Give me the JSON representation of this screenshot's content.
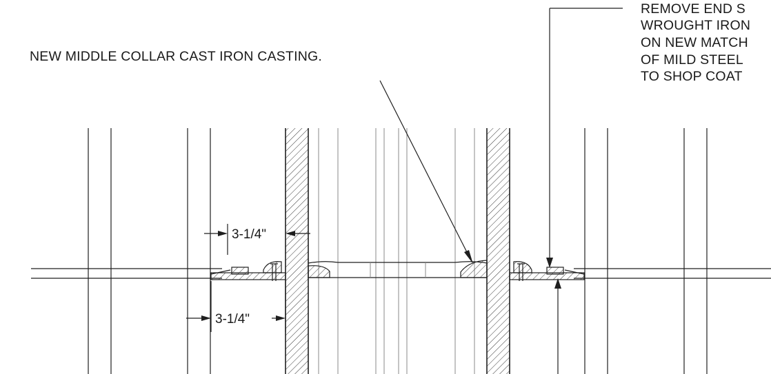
{
  "notes": {
    "left_callout": "NEW MIDDLE COLLAR CAST IRON CASTING.",
    "right_callout_lines": [
      "REMOVE END S",
      "WROUGHT IRON",
      "ON NEW MATCH",
      "OF MILD STEEL",
      "TO SHOP COAT"
    ]
  },
  "dimensions": {
    "upper": "3-1/4\"",
    "lower": "3-1/4\""
  },
  "colors": {
    "linework": "#1f1f1f",
    "background": "#ffffff"
  }
}
